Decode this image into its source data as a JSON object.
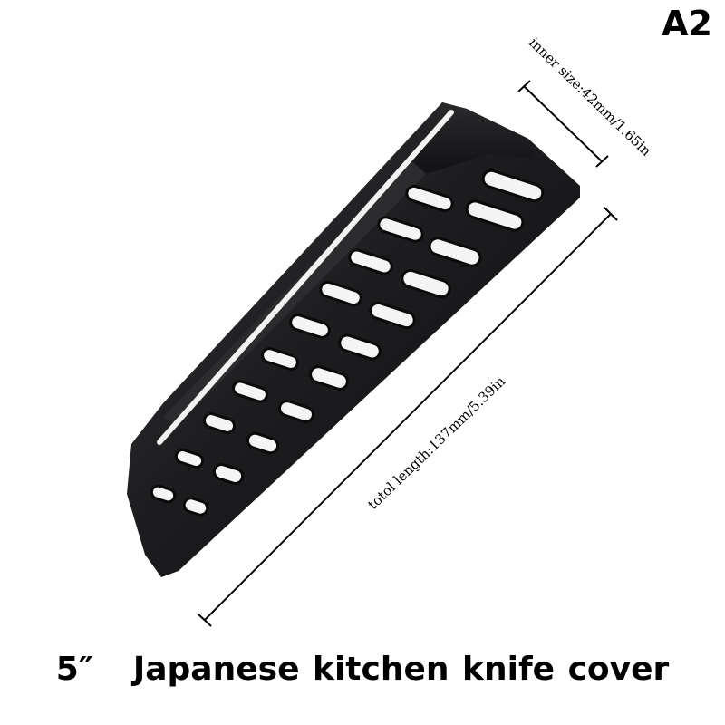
{
  "badge": "A2",
  "dimensions": {
    "inner_size": "inner size:42mm/1.65in",
    "total_length": "totol length:137mm/5.39in"
  },
  "caption": {
    "size": "5″",
    "title": "Japanese kitchen knife cover"
  },
  "colors": {
    "cover": "#1b1b1d",
    "background": "#ffffff"
  }
}
